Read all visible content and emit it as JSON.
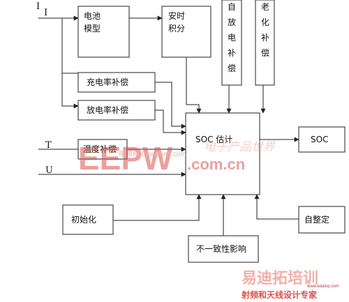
{
  "inputs": {
    "i_upper": "I",
    "i_lower": "I",
    "t": "T",
    "u": "U"
  },
  "blocks": {
    "battery_model": "电池模型",
    "ah_integration": "安时积分",
    "self_discharge_comp": "自放电补偿",
    "aging_comp": "老化补偿",
    "charge_rate_comp": "充电率补偿",
    "discharge_rate_comp": "放电率补偿",
    "temp_comp": "温度补偿",
    "soc_estimate": "SOC 估计",
    "soc_output": "SOC",
    "initialization": "初始化",
    "self_adjust": "自整定",
    "inconsistency": "不一致性影响"
  },
  "watermarks": {
    "eepw_logo": "EEPW",
    "eepw_domain": ".com.cn",
    "eepw_sub": "电源网 Dianyuan.com",
    "world_cn": "电子产品世界",
    "training_cn": "易迪拓培训",
    "training_sub": "射频和天线设计专家",
    "footer_small": "www.edatop.com"
  },
  "colors": {
    "line": "#222222",
    "watermark_red": "#d9534f",
    "watermark_pink": "#f0a8a0"
  }
}
